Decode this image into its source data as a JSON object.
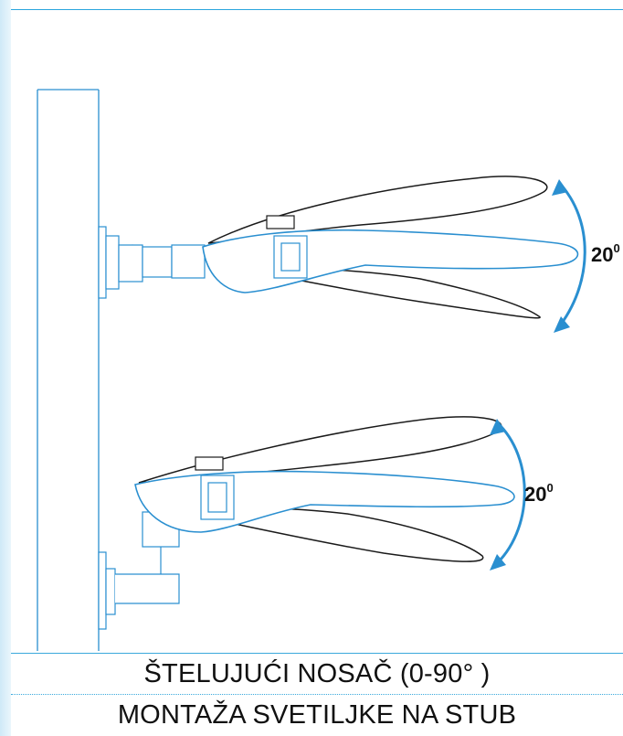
{
  "angles": {
    "upper": {
      "value": "20",
      "unit": "0"
    },
    "lower": {
      "value": "20",
      "unit": "0"
    }
  },
  "captions": {
    "line1": "ŠTELUJUĆI NOSAČ (0-90° )",
    "line2": "MONTAŽA SVETILJKE NA STUB"
  },
  "colors": {
    "outline": "#1a1a1a",
    "accent": "#2a8fd0",
    "frame": "#2aa6dd"
  }
}
